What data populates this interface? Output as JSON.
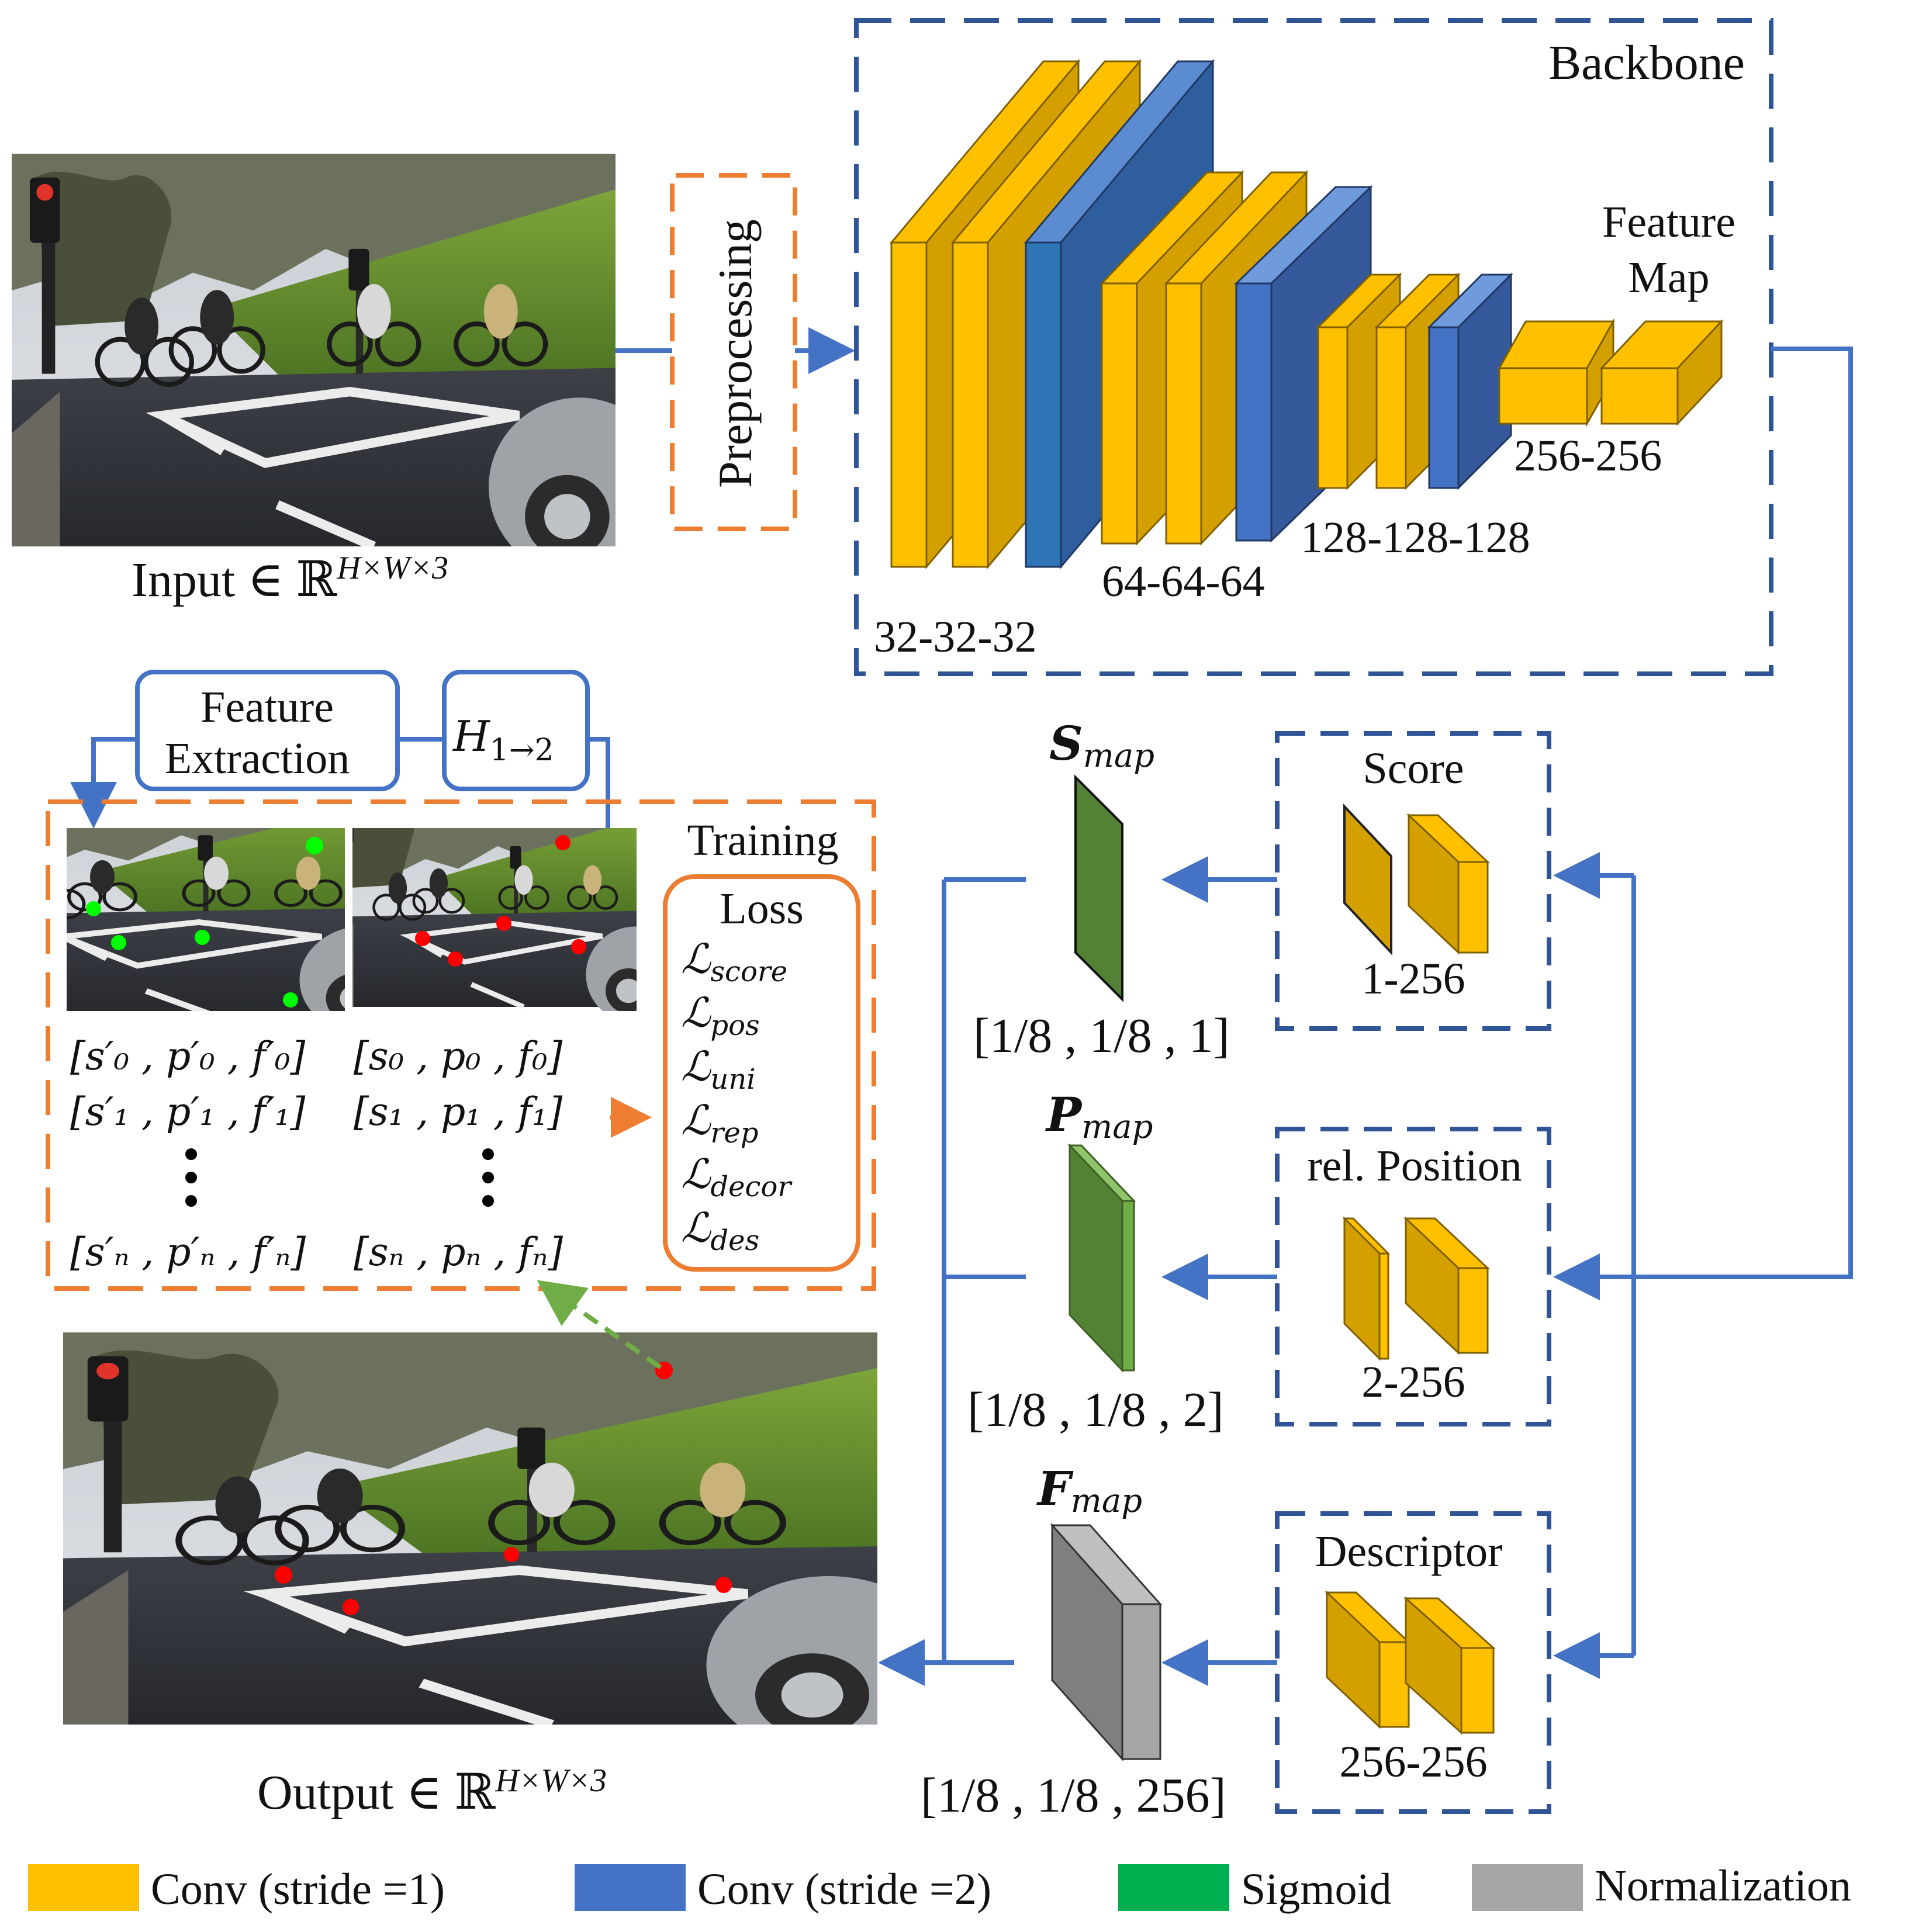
{
  "colors": {
    "conv1": "#FFC000",
    "conv2": "#4472C4",
    "sigmoid": "#00B050",
    "normalization": "#A6A6A6",
    "arrow_blue": "#4472C4",
    "box_navy": "#2F5597",
    "box_orange": "#ED7D31",
    "keypoint_red": "#FF0000",
    "keypoint_green": "#00FF00",
    "green_dashed": "#70AD47"
  },
  "input": {
    "prefix": "Input ∈ ℝ",
    "superscript": "H×W×3"
  },
  "output": {
    "prefix": "Output ∈ ℝ",
    "superscript": "H×W×3"
  },
  "preprocessing": "Preprocessing",
  "backbone": {
    "title": "Backbone",
    "feature_map_line1": "Feature",
    "feature_map_line2": "Map",
    "stages": [
      "32-32-32",
      "64-64-64",
      "128-128-128",
      "256-256"
    ]
  },
  "heads": {
    "score": {
      "title": "Score",
      "channels": "1-256",
      "map_symbol": "S",
      "map_sub": "map",
      "shape": "[1/8 , 1/8 , 1]"
    },
    "position": {
      "title": "rel. Position",
      "channels": "2-256",
      "map_symbol": "P",
      "map_sub": "map",
      "shape": "[1/8 , 1/8 , 2]"
    },
    "descriptor": {
      "title": "Descriptor",
      "channels": "256-256",
      "map_symbol": "F",
      "map_sub": "map",
      "shape": "[1/8 , 1/8 , 256]"
    }
  },
  "training": {
    "title": "Training",
    "feature_extraction_line1": "Feature",
    "feature_extraction_line2": "Extraction",
    "homography": "H",
    "homography_sub": "1→2",
    "left_tuples": [
      "[s′₀ , p′₀ , f′₀]",
      "[s′₁ , p′₁ , f′₁]",
      "[s′ₙ , p′ₙ , f′ₙ]"
    ],
    "right_tuples": [
      "[s₀ , p₀ , f₀]",
      "[s₁ , p₁ , f₁]",
      "[sₙ , pₙ , fₙ]"
    ],
    "loss_title": "Loss",
    "losses": [
      "score",
      "pos",
      "uni",
      "rep",
      "decor",
      "des"
    ],
    "loss_symbol": "ℒ"
  },
  "legend": [
    {
      "label": "Conv (stride =1)",
      "color": "#FFC000"
    },
    {
      "label": "Conv (stride =2)",
      "color": "#4472C4"
    },
    {
      "label": "Sigmoid",
      "color": "#00B050"
    },
    {
      "label": "Normalization",
      "color": "#A6A6A6"
    }
  ]
}
